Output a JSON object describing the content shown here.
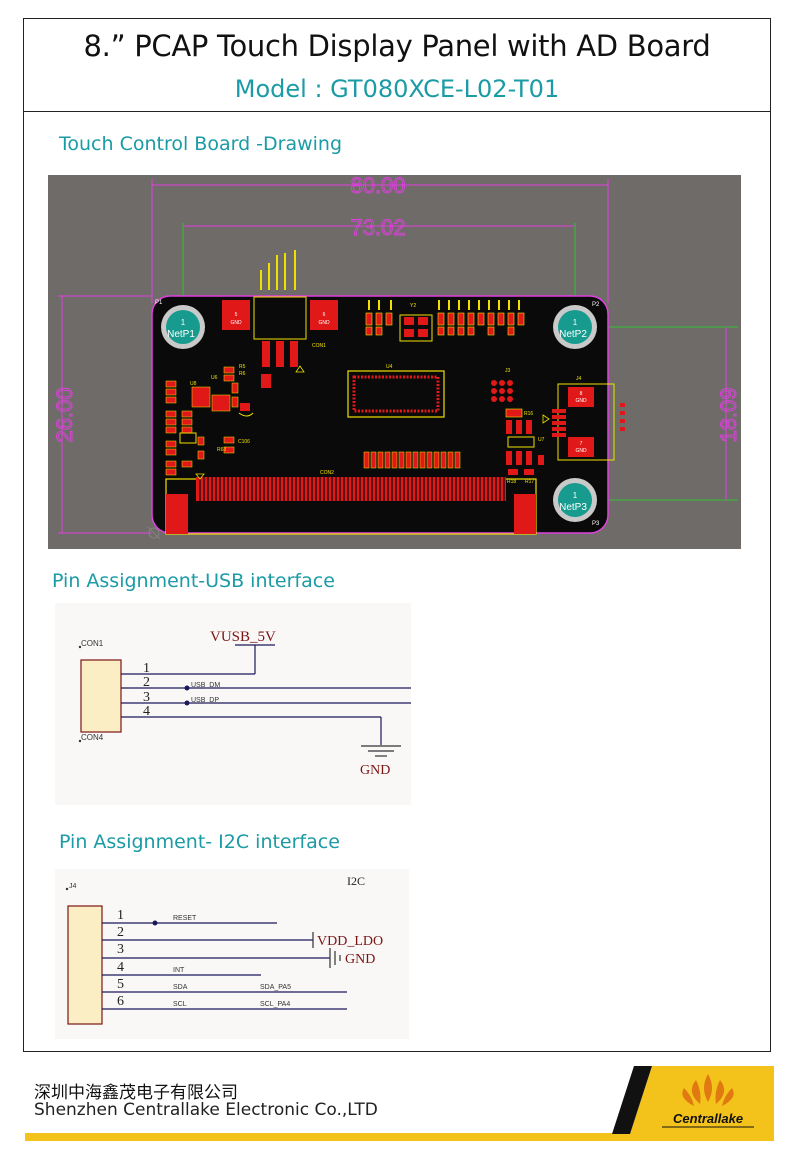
{
  "header": {
    "title": "8.”  PCAP Touch Display Panel with AD Board",
    "model": "Model : GT080XCE-L02-T01"
  },
  "sections": {
    "drawing": "Touch Control Board -Drawing",
    "usb": "Pin Assignment-USB interface",
    "i2c": "Pin Assignment- I2C  interface"
  },
  "board": {
    "dim_width": "80.00",
    "dim_hole_span": "73.02",
    "dim_height": "26.00",
    "dim_right_height": "18.09",
    "holes": [
      "NetP1",
      "NetP2",
      "NetP3"
    ],
    "hole_num": "1",
    "pads": [
      "P1",
      "P2",
      "P3"
    ],
    "labels": {
      "con1": "CON1",
      "con2": "CON2",
      "u4": "U4",
      "y2": "Y2",
      "j3": "J3",
      "j4": "J4",
      "u6": "U6",
      "u8": "U8",
      "u7": "U7",
      "r5": "R5",
      "r6": "R6",
      "r16": "R16",
      "r18": "R18",
      "r17": "R17",
      "c106": "C106",
      "r63": "R63",
      "gnd": "GND",
      "pad5": "5",
      "pad6": "6",
      "pad8": "8",
      "pad7": "7"
    }
  },
  "usb": {
    "connector_top": "CON1",
    "connector_bottom": "CON4",
    "power": "VUSB_5V",
    "pins": [
      "1",
      "2",
      "3",
      "4"
    ],
    "nets": [
      "USB_DM",
      "USB_DP"
    ],
    "ground": "GND"
  },
  "i2c": {
    "connector": "J4",
    "title": "I2C",
    "pins": [
      "1",
      "2",
      "3",
      "4",
      "5",
      "6"
    ],
    "nets": [
      "RESET",
      "INT",
      "SDA",
      "SCL"
    ],
    "nets_right": [
      "SDA_PA5",
      "SCL_PA4"
    ],
    "vdd": "VDD_LDO",
    "ground": "GND"
  },
  "footer": {
    "company_cn": "深圳中海鑫茂电子有限公司",
    "company_en": "Shenzhen Centrallake Electronic Co.,LTD",
    "logo_text": "Centrallake"
  },
  "colors": {
    "teal": "#1a9ba5",
    "magenta": "#e040e0",
    "pcb": "#0a0a0a",
    "silk": "#f0e000",
    "pad_red": "#e01818",
    "brand_yellow": "#f3c31c"
  }
}
